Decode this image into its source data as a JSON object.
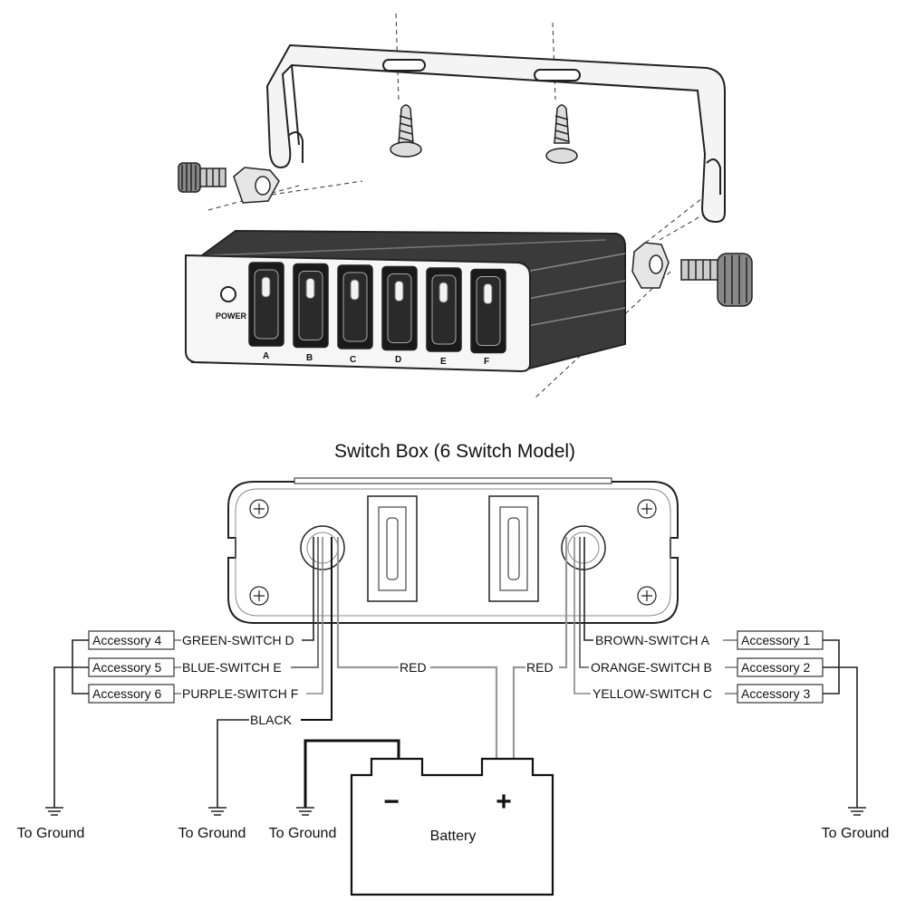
{
  "illustration": {
    "switch_letters": [
      "A",
      "B",
      "C",
      "D",
      "E",
      "F"
    ],
    "power_label": "POWER"
  },
  "diagram": {
    "title": "Switch Box (6 Switch Model)",
    "left_accessories": [
      "Accessory 4",
      "Accessory 5",
      "Accessory 6"
    ],
    "left_wires": [
      "GREEN-SWITCH D",
      "BLUE-SWITCH E",
      "PURPLE-SWITCH F"
    ],
    "right_accessories": [
      "Accessory 1",
      "Accessory 2",
      "Accessory 3"
    ],
    "right_wires": [
      "BROWN-SWITCH A",
      "ORANGE-SWITCH B",
      "YELLOW-SWITCH C"
    ],
    "red_label": "RED",
    "black_label": "BLACK",
    "battery_label": "Battery",
    "minus_sign": "−",
    "plus_sign": "+",
    "ground_label": "To Ground"
  }
}
